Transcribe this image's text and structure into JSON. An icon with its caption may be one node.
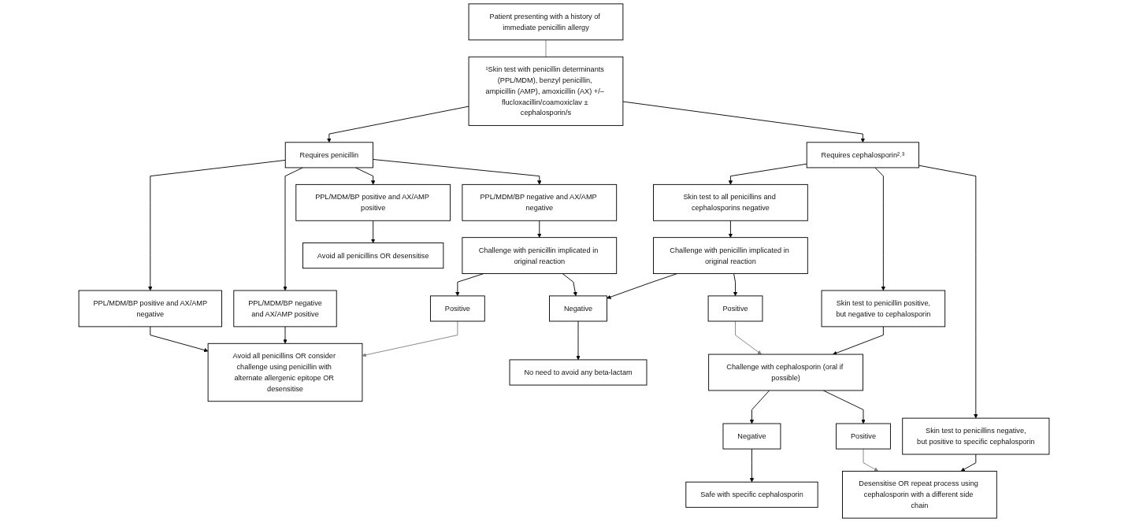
{
  "diagram": {
    "nodes": [
      {
        "text": [
          "Patient presenting with a history of immediate penicillin allergy"
        ]
      },
      {
        "text": [
          "¹Skin test with penicillin determinants (PPL/MDM), benzyl penicillin, ampicillin (AMP), amoxicillin (AX) +/– flucloxacillin/coamoxiclav ± cephalosporin/s"
        ]
      },
      {
        "text": [
          "Requires penicillin"
        ]
      },
      {
        "text": [
          "Requires cephalosporin²˒³"
        ]
      },
      {
        "text": [
          "PPL/MDM/BP positive and AX/AMP",
          "negative"
        ]
      },
      {
        "text": [
          "PPL/MDM/BP negative",
          "and AX/AMP positive"
        ]
      },
      {
        "text": [
          "PPL/MDM/BP positive and AX/AMP positive"
        ]
      },
      {
        "text": [
          "PPL/MDM/BP negative and AX/AMP negative"
        ]
      },
      {
        "text": [
          "Avoid all penicillins OR consider challenge using penicillin with alternate allergenic epitope OR desensitise"
        ]
      },
      {
        "text": [
          "Avoid all penicillins OR desensitise"
        ]
      },
      {
        "text": [
          "Challenge with penicillin implicated in original reaction"
        ]
      },
      {
        "text": [
          "Positive"
        ]
      },
      {
        "text": [
          "Skin test to all penicillins and cephalosporins negative"
        ]
      },
      {
        "text": [
          "Skin test to penicillin positive,",
          "but negative to cephalosporin"
        ]
      },
      {
        "text": [
          "Skin test to penicillins negative,",
          "but positive to specific cephalosporin"
        ]
      },
      {
        "text": [
          "Challenge with penicillin implicated in original reaction"
        ]
      },
      {
        "text": [
          "Challenge with cephalosporin (oral if possible)"
        ]
      },
      {
        "text": [
          "Desensitise OR repeat process using cephalosporin with a different side chain"
        ]
      },
      {
        "text": [
          "Negative"
        ]
      },
      {
        "text": [
          "Positive"
        ]
      },
      {
        "text": [
          "Negative"
        ]
      },
      {
        "text": [
          "Positive"
        ]
      },
      {
        "text": [
          "No need to avoid any beta-lactam"
        ]
      },
      {
        "text": [
          "Safe with specific cephalosporin"
        ]
      }
    ],
    "edges": [
      {
        "from": 0,
        "to": 1,
        "arrow": "none",
        "color": "#808080"
      },
      {
        "from": 1,
        "to": 2,
        "arrow": "to"
      },
      {
        "from": 1,
        "to": 3,
        "arrow": "to"
      },
      {
        "from": 2,
        "to": 4,
        "arrow": "to"
      },
      {
        "from": 2,
        "to": 5,
        "arrow": "to"
      },
      {
        "from": 2,
        "to": 6,
        "arrow": "to"
      },
      {
        "from": 2,
        "to": 7,
        "arrow": "to"
      },
      {
        "from": 4,
        "to": 8,
        "arrow": "to"
      },
      {
        "from": 5,
        "to": 8,
        "arrow": "to"
      },
      {
        "from": 6,
        "to": 9,
        "arrow": "to"
      },
      {
        "from": 7,
        "to": 10,
        "arrow": "to"
      },
      {
        "from": 10,
        "to": 11,
        "arrow": "to"
      },
      {
        "from": 11,
        "to": 8,
        "arrow": "to",
        "color": "#808080"
      },
      {
        "from": 10,
        "to": 18,
        "arrow": "to"
      },
      {
        "from": 3,
        "to": 12,
        "arrow": "to"
      },
      {
        "from": 3,
        "to": 13,
        "arrow": "to"
      },
      {
        "from": 3,
        "to": 14,
        "arrow": "to"
      },
      {
        "from": 12,
        "to": 15,
        "arrow": "to"
      },
      {
        "from": 13,
        "to": 16,
        "arrow": "to"
      },
      {
        "from": 14,
        "to": 17,
        "arrow": "to"
      },
      {
        "from": 15,
        "to": 18,
        "arrow": "to"
      },
      {
        "from": 15,
        "to": 19,
        "arrow": "to"
      },
      {
        "from": 19,
        "to": 16,
        "arrow": "to",
        "color": "#808080"
      },
      {
        "from": 16,
        "to": 20,
        "arrow": "to"
      },
      {
        "from": 16,
        "to": 21,
        "arrow": "to"
      },
      {
        "from": 21,
        "to": 17,
        "arrow": "to",
        "color": "#808080"
      },
      {
        "from": 18,
        "to": 22,
        "arrow": "to"
      },
      {
        "from": 20,
        "to": 23,
        "arrow": "to"
      }
    ]
  }
}
